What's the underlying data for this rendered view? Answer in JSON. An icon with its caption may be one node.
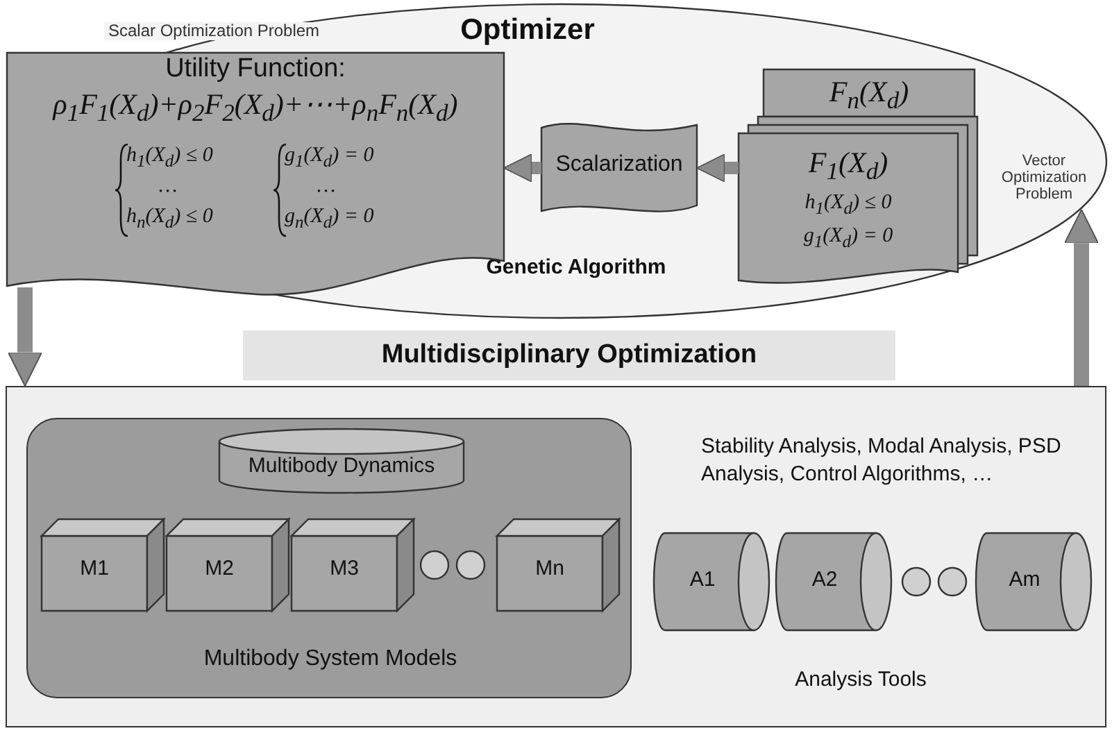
{
  "diagram": {
    "nodes": [
      {
        "text": [
          "Optimizer",
          "Genetic Algorithm"
        ]
      },
      {
        "text": [
          "Scalar Optimization Problem",
          "Utility Function:",
          "ρ$_{1}$F$_{1}$(X$_{d}$)+ρ$_{2}$F$_{2}$(X$_{d}$)+⋯+ρ$_{n}$F$_{n}$(X$_{d}$)",
          "h$_{1}$(X$_{d}$) ≤ 0",
          "…",
          "h$_{n}$(X$_{d}$) ≤ 0",
          "g$_{1}$(X$_{d}$) = 0",
          "…",
          "g$_{n}$(X$_{d}$) = 0"
        ],
        "in": 0
      },
      {
        "text": [
          "F$_{n}$(X$_{d}$)"
        ],
        "in": 0
      },
      {
        "text": [
          "Scalarization"
        ],
        "in": 0
      },
      {
        "text": [
          "F$_{1}$(X$_{d}$)",
          "h$_{1}$(X$_{d}$) ≤ 0",
          "g$_{1}$(X$_{d}$) = 0"
        ],
        "beside": [
          "Vector Optimization Problem"
        ],
        "in": 0
      },
      {
        "text": [
          "Multidisciplinary Optimization"
        ]
      },
      {
        "text": [],
        "shape": "box"
      },
      {
        "text": [
          "Multibody System Models"
        ],
        "in": 6
      },
      {
        "text": [
          "Multibody Dynamics"
        ],
        "in": 7
      },
      {
        "text": [
          "M1"
        ],
        "in": 7
      },
      {
        "text": [
          "M2"
        ],
        "in": 7
      },
      {
        "text": [
          "M3"
        ],
        "in": 7
      },
      {
        "text": [],
        "shape": "circle",
        "in": 7
      },
      {
        "text": [],
        "shape": "circle",
        "in": 7
      },
      {
        "text": [
          "Mn"
        ],
        "in": 7
      },
      {
        "text": [
          "A1"
        ],
        "in": 6
      },
      {
        "text": [
          "A2"
        ],
        "in": 6
      },
      {
        "text": [],
        "shape": "circle",
        "in": 6
      },
      {
        "text": [],
        "shape": "circle",
        "in": 6
      },
      {
        "text": [
          "Am"
        ],
        "in": 6
      }
    ],
    "edges": [
      {
        "from": 4,
        "to": 3,
        "arrow": "to"
      },
      {
        "from": 3,
        "to": 1,
        "arrow": "to"
      },
      {
        "from": 1,
        "to": 6,
        "arrow": "to"
      },
      {
        "from": 6,
        "to": 0,
        "arrow": "to"
      }
    ],
    "labels": [
      "Stability Analysis, Modal Analysis, PSD Analysis, Control Algorithms, …",
      "Analysis Tools"
    ]
  }
}
